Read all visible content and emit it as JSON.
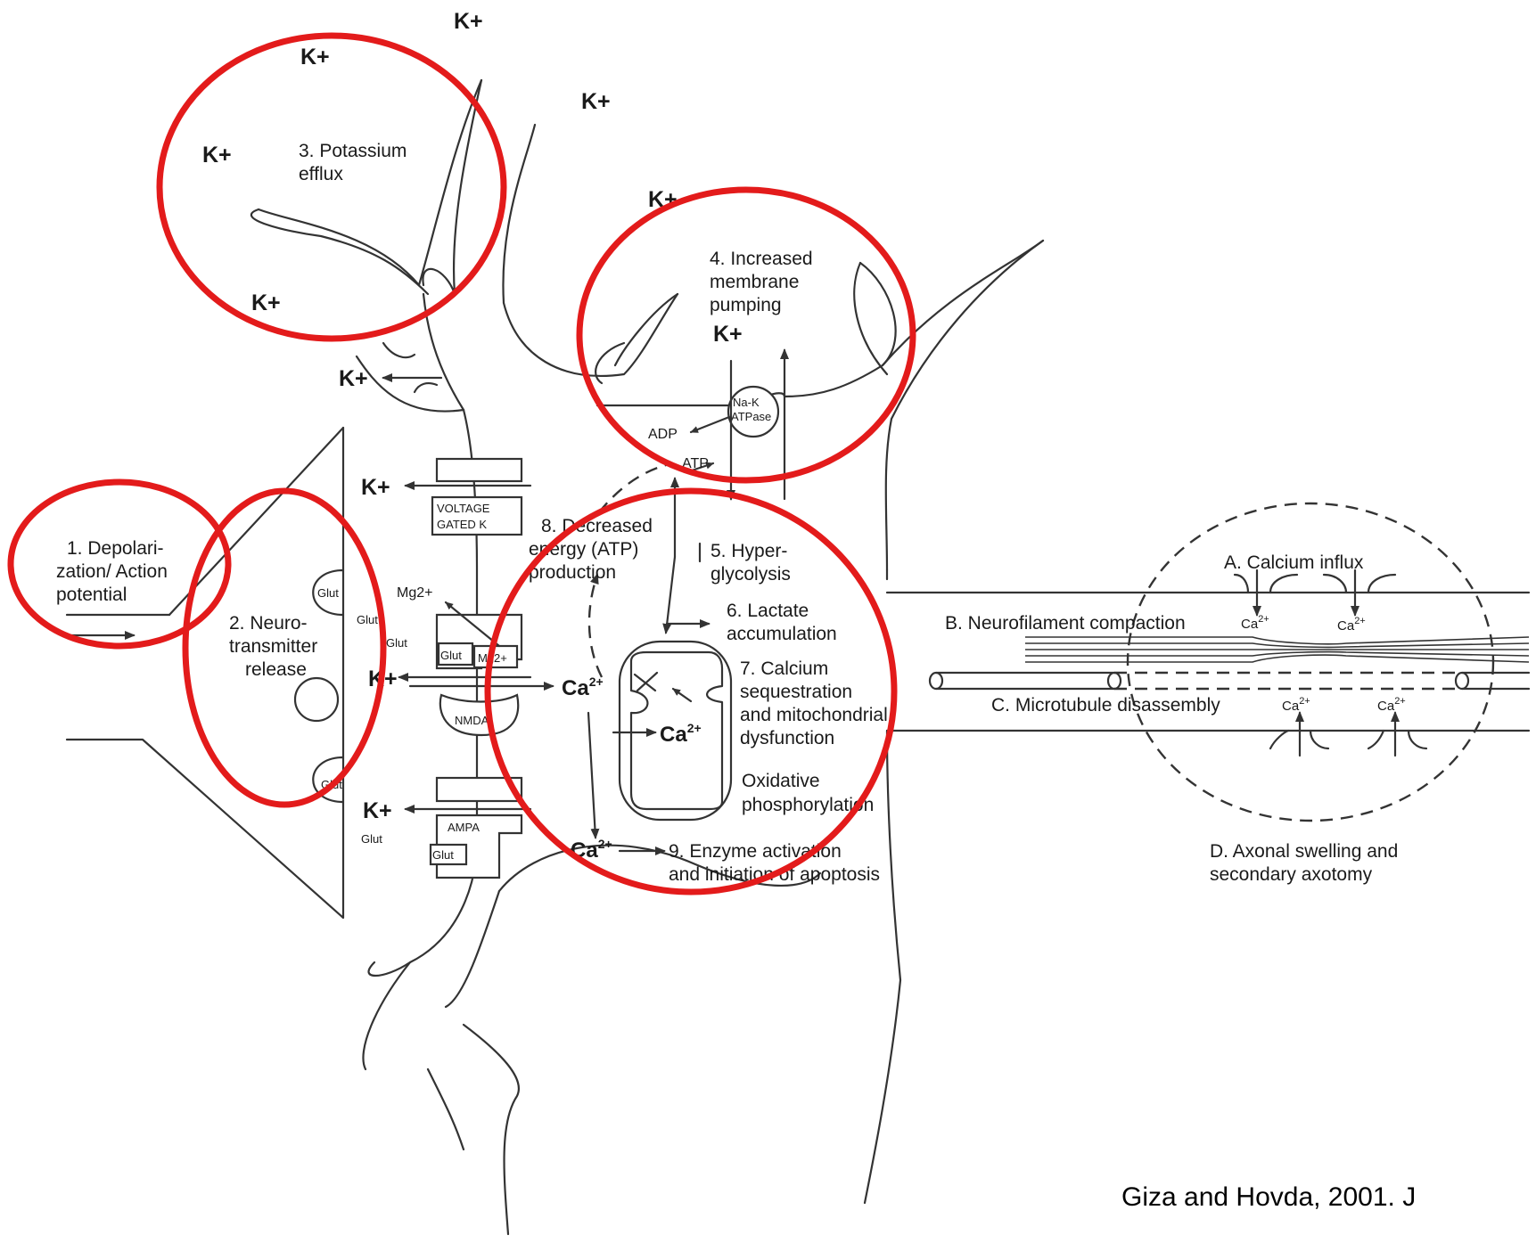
{
  "labels": {
    "depolarization": [
      "1. Depolari-",
      "zation/ Action",
      "potential"
    ],
    "neurotransmitter": [
      "2. Neuro-",
      "transmitter",
      "release"
    ],
    "potassium": [
      "3. Potassium",
      "efflux"
    ],
    "pumping": [
      "4. Increased",
      "membrane",
      "pumping"
    ],
    "hyperglycolysis": [
      "5. Hyper-",
      "glycolysis"
    ],
    "lactate": [
      "6. Lactate",
      "accumulation"
    ],
    "calcium_seq": [
      "7. Calcium",
      "sequestration",
      "and mitochondrial",
      "dysfunction"
    ],
    "oxidative": [
      "Oxidative",
      "phosphorylation"
    ],
    "energy": [
      "8. Decreased",
      "energy  (ATP)",
      "production"
    ],
    "enzyme": [
      "9. Enzyme activation",
      "and initiation of apoptosis"
    ],
    "calcium_influx": "A. Calcium influx",
    "neurofilament": "B. Neurofilament compaction",
    "microtubule": "C. Microtubule disassembly",
    "axonal": [
      "D. Axonal swelling and",
      "secondary axotomy"
    ]
  },
  "ions": {
    "k": "K+",
    "ca": "Ca",
    "ca_sup": "2+",
    "glut": "Glut",
    "mg": "Mg2+",
    "mg_sub": "Mg2+",
    "adp": "ADP",
    "atp": "ATP"
  },
  "receptors": {
    "voltage_gated": [
      "VOLTAGE",
      "GATED K"
    ],
    "nmda": "NMDA",
    "ampa": "AMPA",
    "nak": [
      "Na-K",
      "ATPase"
    ]
  },
  "citation": "Giza and Hovda, 2001. J",
  "colors": {
    "highlight": "#e31b1b",
    "ink": "#333333"
  }
}
